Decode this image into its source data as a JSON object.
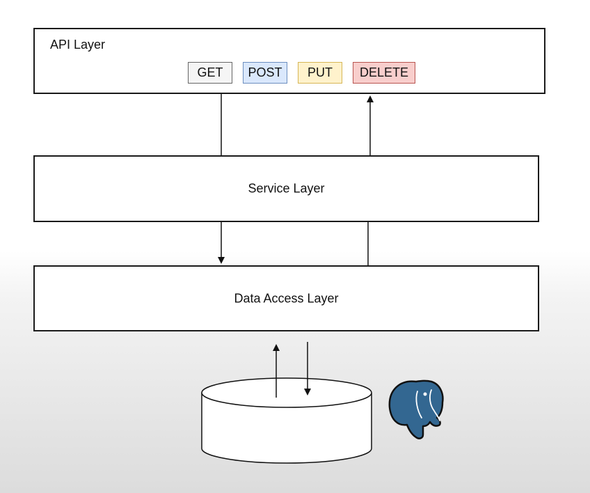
{
  "diagram": {
    "api_layer": {
      "label": "API Layer",
      "methods": [
        {
          "label": "GET",
          "fill": "#f5f5f5",
          "border": "#666666"
        },
        {
          "label": "POST",
          "fill": "#dae8fc",
          "border": "#6c8ebf"
        },
        {
          "label": "PUT",
          "fill": "#fff2cc",
          "border": "#d6b656"
        },
        {
          "label": "DELETE",
          "fill": "#f8cecc",
          "border": "#b85450"
        }
      ]
    },
    "service_layer": {
      "label": "Service Layer"
    },
    "data_access_layer": {
      "label": "Data Access Layer"
    },
    "database": {
      "logo": "postgresql-elephant-icon",
      "logo_color": "#336791"
    }
  }
}
